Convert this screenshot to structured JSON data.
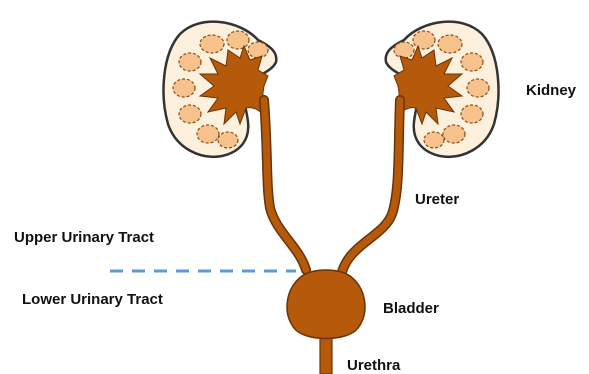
{
  "labels": {
    "kidney": "Kidney",
    "ureter": "Ureter",
    "upper_tract": "Upper Urinary Tract",
    "lower_tract": "Lower Urinary Tract",
    "bladder": "Bladder",
    "urethra": "Urethra"
  },
  "colors": {
    "tissue": "#b5590b",
    "tissue_outline": "#6b3206",
    "kidney_fill": "#fdf0dc",
    "kidney_outline": "#333333",
    "calyx_fill": "#f7c28c",
    "divider": "#5b9bd5"
  }
}
